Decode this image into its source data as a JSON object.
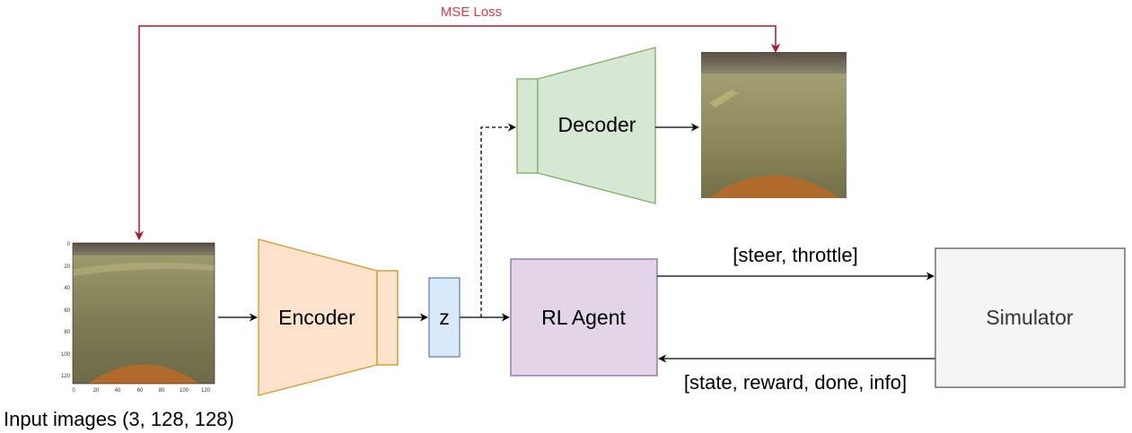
{
  "labels": {
    "mse_loss": "MSE Loss",
    "decoder": "Decoder",
    "encoder": "Encoder",
    "latent": "z",
    "agent": "RL Agent",
    "simulator": "Simulator",
    "action": "[steer, throttle]",
    "feedback": "[state, reward, done, info]",
    "input_caption": "Input images (3, 128, 128)"
  },
  "input_plot": {
    "y_ticks": [
      "0",
      "20",
      "40",
      "60",
      "80",
      "100",
      "120"
    ],
    "x_ticks": [
      "0",
      "20",
      "40",
      "60",
      "80",
      "100",
      "120"
    ]
  },
  "colors": {
    "loss_line": "#b0182b",
    "loss_text": "#e0394a",
    "encoder_fill": "#fde3cb",
    "encoder_stroke": "#d79b2a",
    "decoder_fill": "#d6e8d4",
    "decoder_stroke": "#82b366",
    "latent_fill": "#dae8fc",
    "latent_stroke": "#6c8ebf",
    "agent_fill": "#e1d5e7",
    "agent_stroke": "#9673a6",
    "simulator_fill": "#f5f5f5",
    "simulator_stroke": "#666666"
  }
}
